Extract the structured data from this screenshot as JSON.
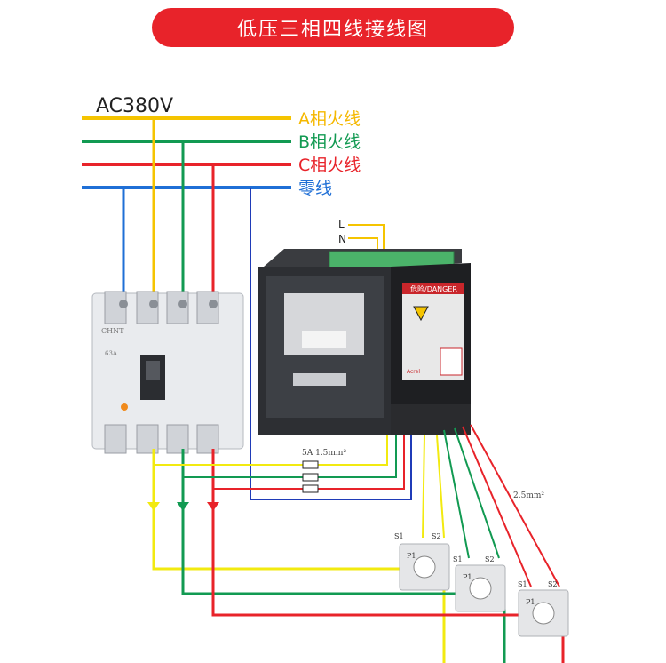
{
  "title": "低压三相四线接线图",
  "supply": {
    "voltage": "AC380V"
  },
  "lines": [
    {
      "label": "A相火线",
      "color": "#f5c400"
    },
    {
      "label": "B相火线",
      "color": "#129a52"
    },
    {
      "label": "C相火线",
      "color": "#e8232a"
    },
    {
      "label": "零线",
      "color": "#1f6fd6"
    }
  ],
  "aux_power": {
    "l": "L",
    "n": "N"
  },
  "fuse_spec": "5A  1.5mm²",
  "ct_wire_spec": "2.5mm²",
  "meter": {
    "danger_label": "危险/DANGER",
    "brand": "Acrel"
  },
  "breaker": {
    "brand": "CHNT",
    "rating": "63A"
  },
  "ct": {
    "s1": "S1",
    "s2": "S2",
    "p1": "P1"
  }
}
